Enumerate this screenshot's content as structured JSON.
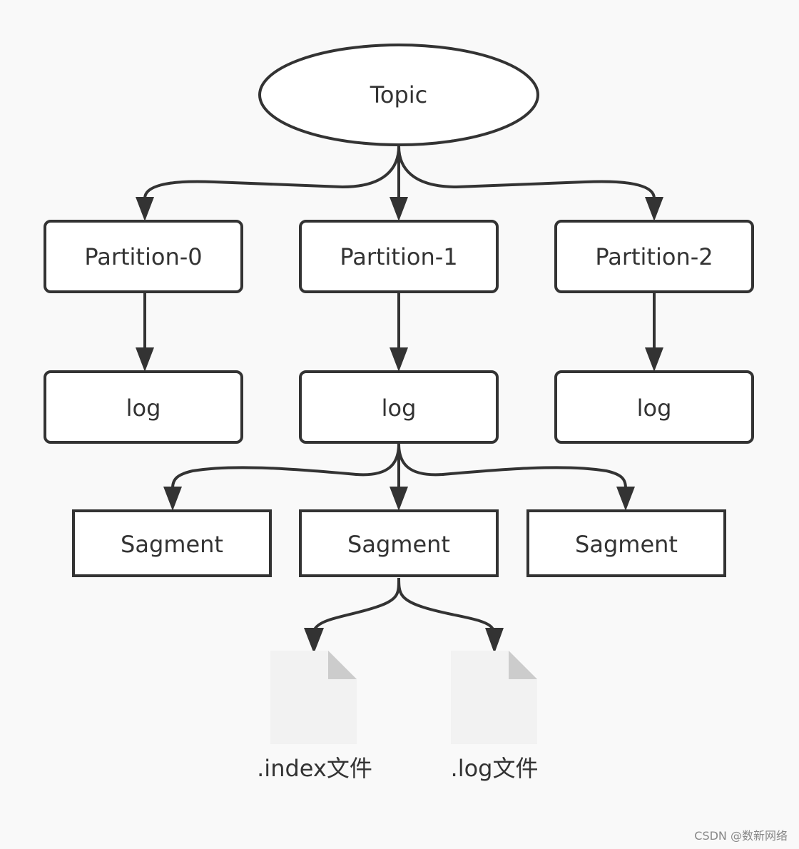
{
  "nodes": {
    "topic": "Topic",
    "partition_0": "Partition-0",
    "partition_1": "Partition-1",
    "partition_2": "Partition-2",
    "log_0": "log",
    "log_1": "log",
    "log_2": "log",
    "segment_0": "Sagment",
    "segment_1": "Sagment",
    "segment_2": "Sagment"
  },
  "files": {
    "index_file": ".index文件",
    "log_file": ".log文件"
  },
  "watermark": "CSDN @数新网络",
  "colors": {
    "stroke": "#333333",
    "node_fill": "#ffffff",
    "file_fill": "#f2f2f2",
    "file_fold": "#cccccc",
    "background": "#f9f9f9"
  }
}
